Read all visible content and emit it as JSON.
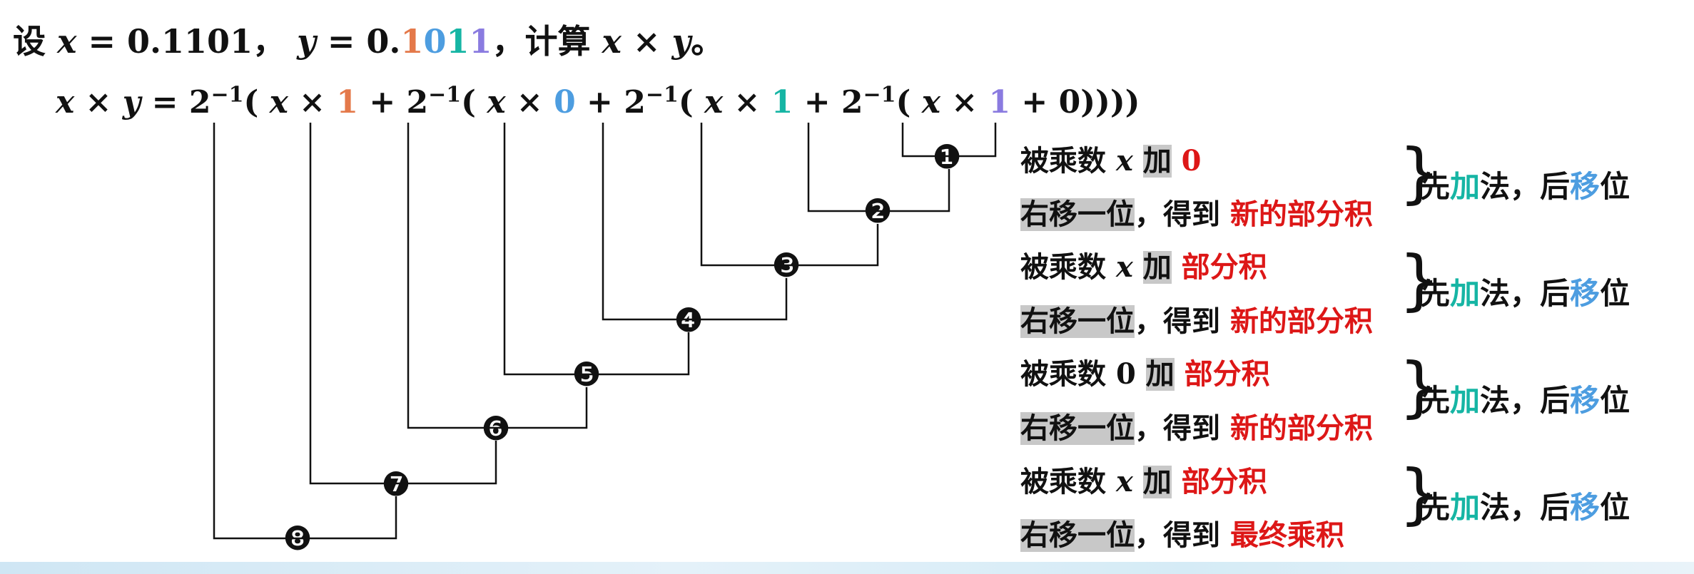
{
  "problem": {
    "prefix": "设",
    "x_var": "x",
    "eq1": " = 0.1101，",
    "y_var": "y",
    "eq2_start": " = 0.",
    "y_digits": [
      "1",
      "0",
      "1",
      "1"
    ],
    "eq2_end": "，计算",
    "expr": "x × y",
    "end": "。"
  },
  "formula": {
    "lhs": "x × y",
    "eq": " = ",
    "two": "2",
    "exp": "−1",
    "open": "(",
    "x": "x",
    "times": " × ",
    "plus": " + ",
    "digits": [
      "1",
      "0",
      "1",
      "1"
    ],
    "zero": "0",
    "close": "))))"
  },
  "markers": [
    "❶",
    "❷",
    "❸",
    "❹",
    "❺",
    "❻",
    "❼",
    "❽"
  ],
  "steps": [
    {
      "a": "被乘数",
      "b": "x",
      "c": "加",
      "d": "0"
    },
    {
      "a": "右移一位",
      "b": "，得到",
      "c": "新的部分积"
    },
    {
      "a": "被乘数",
      "b": "x",
      "c": "加",
      "d": "部分积"
    },
    {
      "a": "右移一位",
      "b": "，得到",
      "c": "新的部分积"
    },
    {
      "a": "被乘数",
      "b": "0",
      "c": "加",
      "d": "部分积"
    },
    {
      "a": "右移一位",
      "b": "，得到",
      "c": "新的部分积"
    },
    {
      "a": "被乘数",
      "b": "x",
      "c": "加",
      "d": "部分积"
    },
    {
      "a": "右移一位",
      "b": "，得到",
      "c": "最终乘积"
    }
  ],
  "summary": {
    "p1": "先",
    "p2": "加",
    "p3": "法，后",
    "p4": "移",
    "p5": "位"
  },
  "colors": {
    "orange": "#e4794a",
    "blue": "#4d9de0",
    "teal": "#16b5a4",
    "purple": "#8a7be0",
    "red": "#dd1717"
  }
}
